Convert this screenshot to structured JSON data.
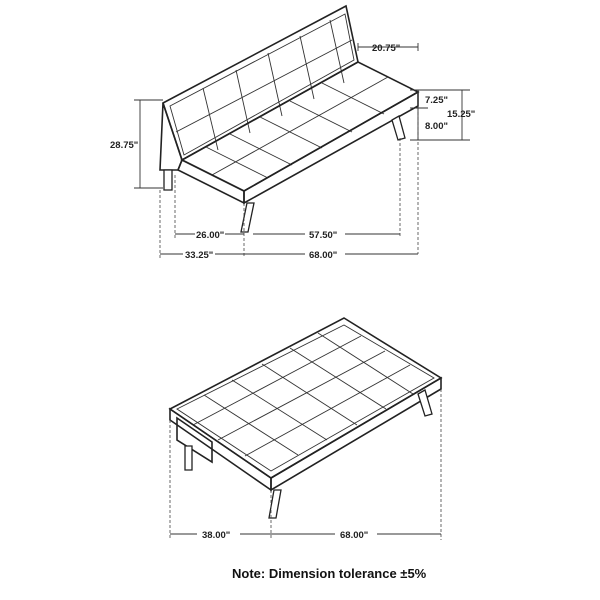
{
  "sofa": {
    "dims": {
      "back_depth": "20.75\"",
      "arm_gap": "7.25\"",
      "seat_height": "15.25\"",
      "leg_height": "8.00\"",
      "total_height": "28.75\"",
      "seat_depth": "26.00\"",
      "seat_width": "57.50\"",
      "overall_depth": "33.25\"",
      "overall_width": "68.00\""
    }
  },
  "bed": {
    "dims": {
      "depth": "38.00\"",
      "width": "68.00\""
    }
  },
  "note": "Note: Dimension tolerance ±5%"
}
